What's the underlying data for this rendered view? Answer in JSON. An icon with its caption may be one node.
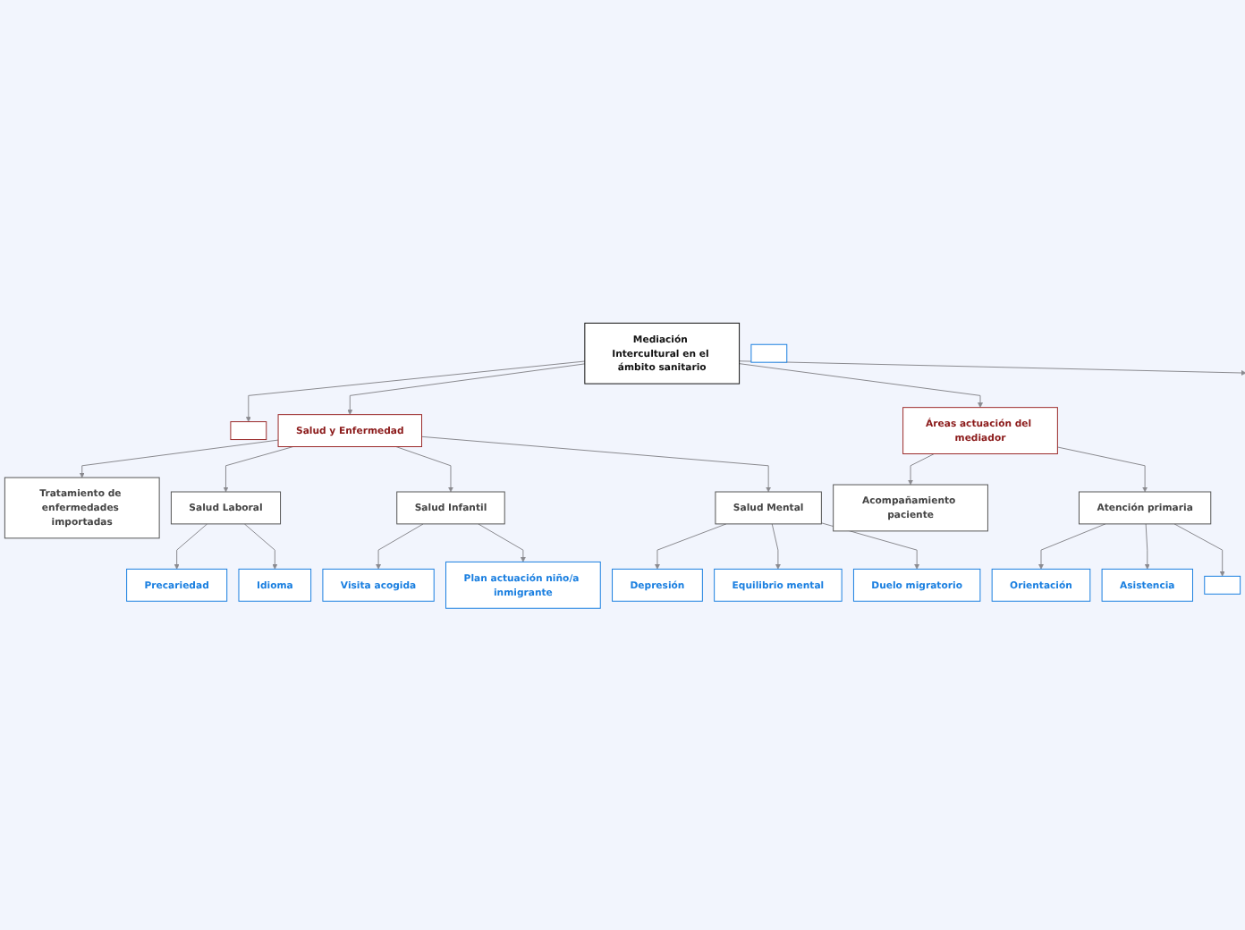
{
  "diagram": {
    "nodes": [
      {
        "text": [
          "Mediación Intercultural en el ámbito sanitario"
        ]
      },
      {
        "text": [],
        "shape": "box"
      },
      {
        "text": [
          "Salud y Enfermedad"
        ]
      },
      {
        "text": [
          "Áreas actuación del mediador"
        ]
      },
      {
        "text": [
          "Tratamiento de enfermedades importadas"
        ]
      },
      {
        "text": [],
        "shape": "box"
      },
      {
        "text": [
          "Salud Laboral"
        ]
      },
      {
        "text": [
          "Salud Infantil"
        ]
      },
      {
        "text": [
          "Salud Mental"
        ]
      },
      {
        "text": [
          "Acompañamiento paciente"
        ]
      },
      {
        "text": [
          "Atención primaria"
        ]
      },
      {
        "text": [
          "Depresión"
        ]
      },
      {
        "text": [
          "Precariedad"
        ]
      },
      {
        "text": [
          "Idioma"
        ]
      },
      {
        "text": [
          "Visita acogida"
        ]
      },
      {
        "text": [
          "Plan actuación niño/a inmigrante"
        ]
      },
      {
        "text": [
          "Equilibrio mental"
        ]
      },
      {
        "text": [
          "Duelo migratorio"
        ]
      },
      {
        "text": [
          "Asistencia"
        ]
      },
      {
        "text": [
          "Orientación"
        ]
      },
      {
        "text": [],
        "shape": "box"
      }
    ],
    "edges": [
      {
        "from": 0,
        "to": 1,
        "arrow": "to"
      },
      {
        "from": 0,
        "to": 2,
        "arrow": "to"
      },
      {
        "from": 0,
        "to": 3,
        "arrow": "to"
      },
      {
        "from": 0,
        "to": null,
        "arrow": "to"
      },
      {
        "from": 2,
        "to": 4,
        "arrow": "to"
      },
      {
        "from": 2,
        "to": 6,
        "arrow": "to"
      },
      {
        "from": 2,
        "to": 7,
        "arrow": "to"
      },
      {
        "from": 2,
        "to": 8,
        "arrow": "to"
      },
      {
        "from": 3,
        "to": 9,
        "arrow": "to"
      },
      {
        "from": 3,
        "to": 10,
        "arrow": "to"
      },
      {
        "from": 6,
        "to": 12,
        "arrow": "to"
      },
      {
        "from": 6,
        "to": 13,
        "arrow": "to"
      },
      {
        "from": 7,
        "to": 14,
        "arrow": "to"
      },
      {
        "from": 7,
        "to": 15,
        "arrow": "to"
      },
      {
        "from": 8,
        "to": 11,
        "arrow": "to"
      },
      {
        "from": 8,
        "to": 16,
        "arrow": "to"
      },
      {
        "from": 8,
        "to": 17,
        "arrow": "to"
      },
      {
        "from": 10,
        "to": 19,
        "arrow": "to"
      },
      {
        "from": 10,
        "to": 18,
        "arrow": "to"
      },
      {
        "from": 10,
        "to": 20,
        "arrow": "to"
      }
    ]
  }
}
